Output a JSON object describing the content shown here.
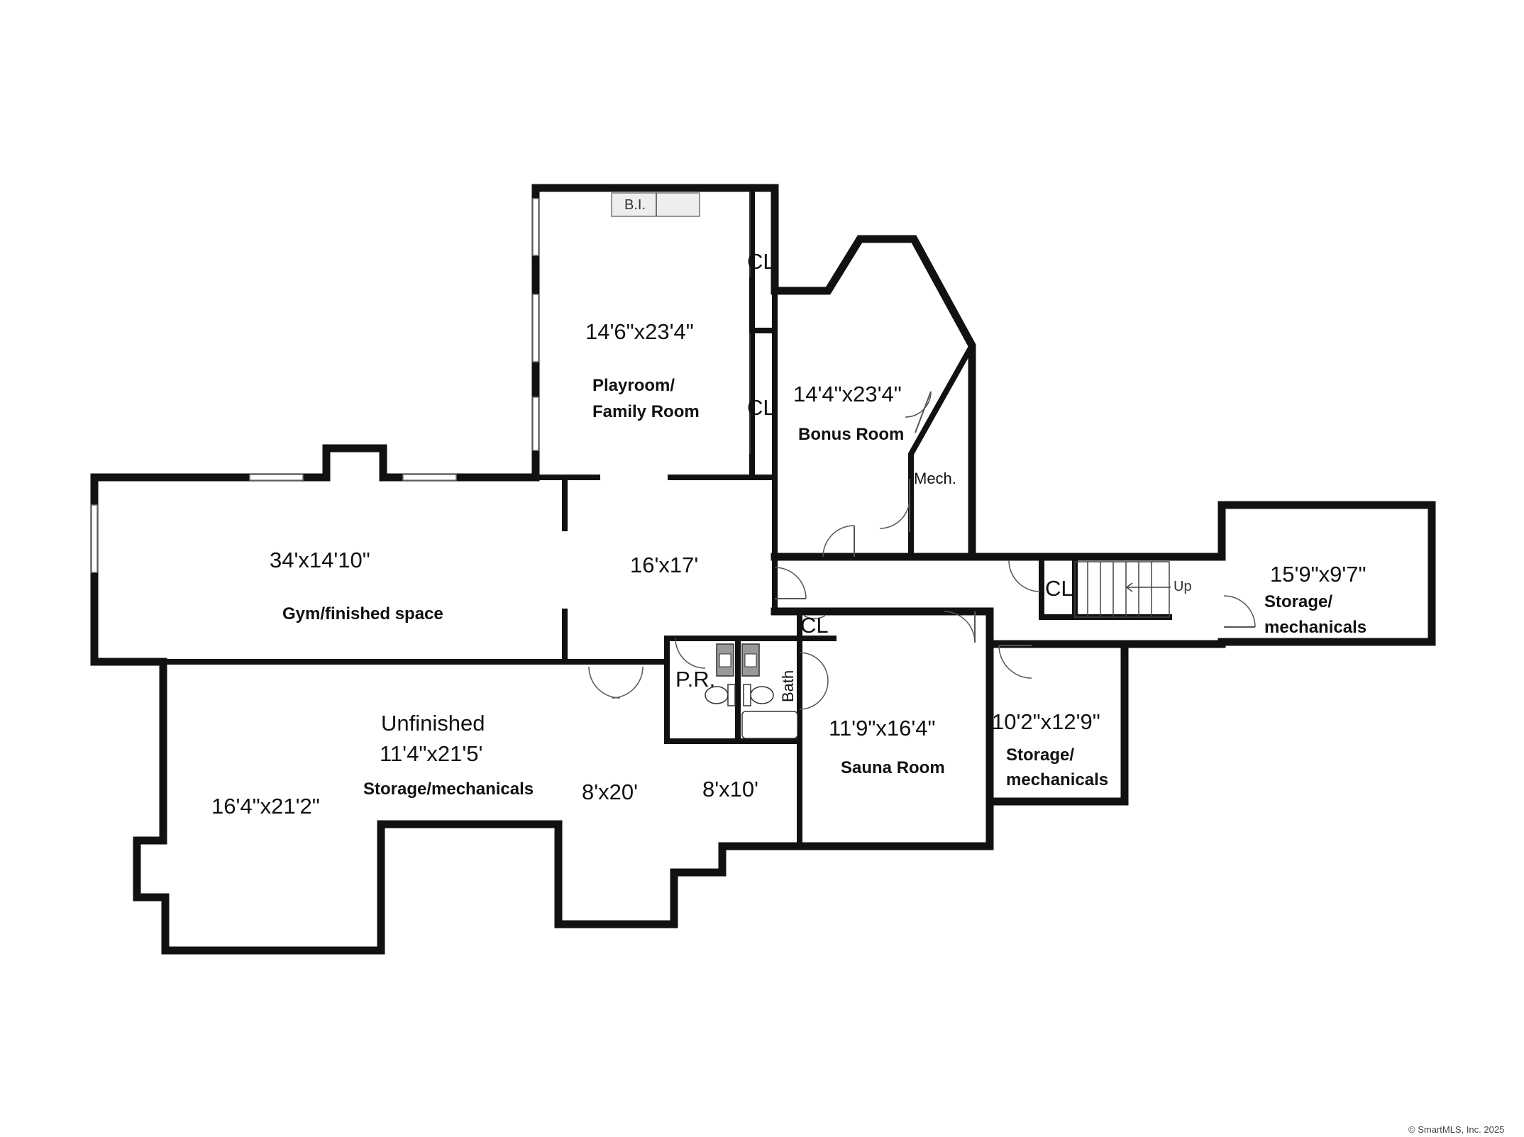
{
  "rooms": {
    "playroom": {
      "dimensions": "14'6\"x23'4\"",
      "name_line1": "Playroom/",
      "name_line2": "Family Room"
    },
    "bonus": {
      "dimensions": "14'4\"x23'4\"",
      "name": "Bonus Room"
    },
    "gym": {
      "dimensions": "34'x14'10\"",
      "name": "Gym/finished space"
    },
    "hall": {
      "dimensions": "16'x17'"
    },
    "storage_right": {
      "dimensions": "15'9\"x9'7\"",
      "name_line1": "Storage/",
      "name_line2": "mechanicals"
    },
    "unfinished": {
      "title": "Unfinished",
      "dimensions": "11'4\"x21'5'",
      "name": "Storage/mechanicals",
      "dim_left": "16'4\"x21'2\"",
      "dim_mid": "8'x20'",
      "dim_right": "8'x10'"
    },
    "sauna": {
      "dimensions": "11'9\"x16'4\"",
      "name": "Sauna Room"
    },
    "storage_small": {
      "dimensions": "10'2\"x12'9\"",
      "name_line1": "Storage/",
      "name_line2": "mechanicals"
    }
  },
  "labels": {
    "closet": "CL",
    "mech": "Mech.",
    "powder_room": "P.R.",
    "bath": "Bath",
    "built_in": "B.I.",
    "stairs_up": "Up"
  },
  "copyright": "© SmartMLS, Inc. 2025"
}
